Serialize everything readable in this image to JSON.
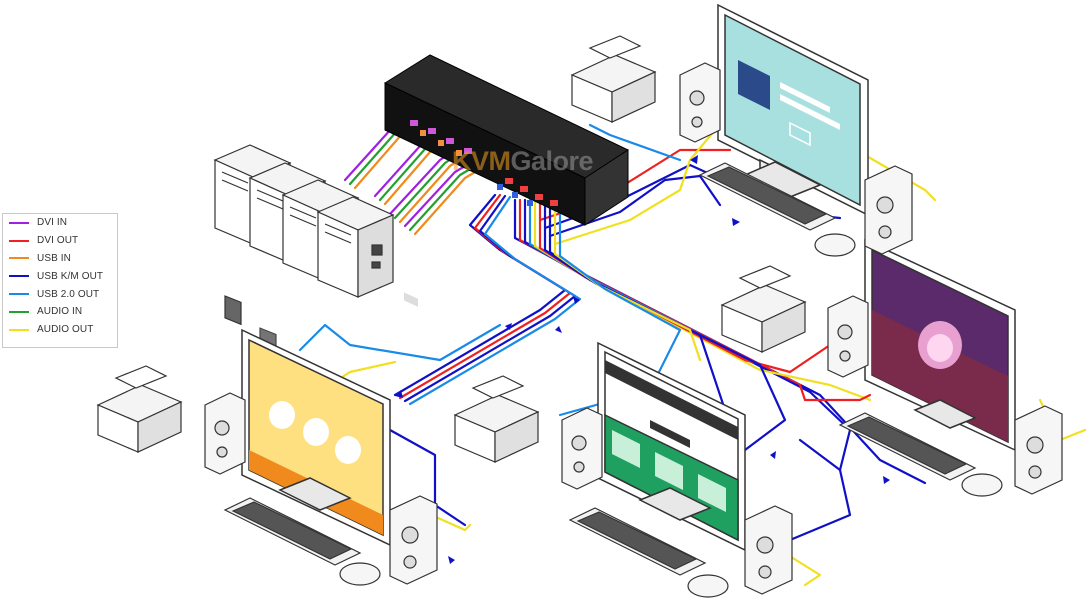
{
  "legend": {
    "items": [
      {
        "label": "DVI IN",
        "color": "#a020e0"
      },
      {
        "label": "DVI OUT",
        "color": "#ee2020"
      },
      {
        "label": "USB IN",
        "color": "#f08a1c"
      },
      {
        "label": "USB K/M OUT",
        "color": "#1010c8"
      },
      {
        "label": "USB 2.0 OUT",
        "color": "#1a8ae8"
      },
      {
        "label": "AUDIO IN",
        "color": "#22a030"
      },
      {
        "label": "AUDIO OUT",
        "color": "#f0e020"
      }
    ]
  },
  "watermark": {
    "part1": "KVM",
    "part2": "Galore"
  },
  "colors": {
    "monitor1_screen": "#a8e0e0",
    "monitor2_screen": "#5a2a6a",
    "monitor3_screen": "#ffe080",
    "monitor4_screen": "#20a060",
    "switch_body": "#1a1a1a"
  }
}
